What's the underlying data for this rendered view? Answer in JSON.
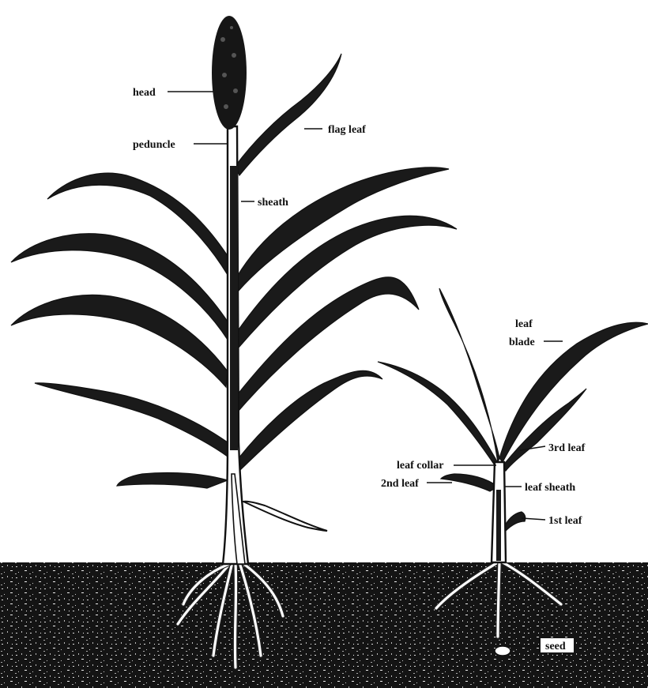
{
  "diagram": {
    "mature_plant_labels": {
      "head": "head",
      "peduncle": "peduncle",
      "sheath": "sheath",
      "flag_leaf": "flag leaf"
    },
    "seedling_labels": {
      "leaf_blade_line1": "leaf",
      "leaf_blade_line2": "blade",
      "third_leaf": "3rd leaf",
      "leaf_collar": "leaf collar",
      "second_leaf": "2nd leaf",
      "leaf_sheath": "leaf sheath",
      "first_leaf": "1st leaf",
      "seed": "seed"
    },
    "colors": {
      "ink": "#111111",
      "soil": "#141414",
      "background": "#ffffff"
    }
  }
}
